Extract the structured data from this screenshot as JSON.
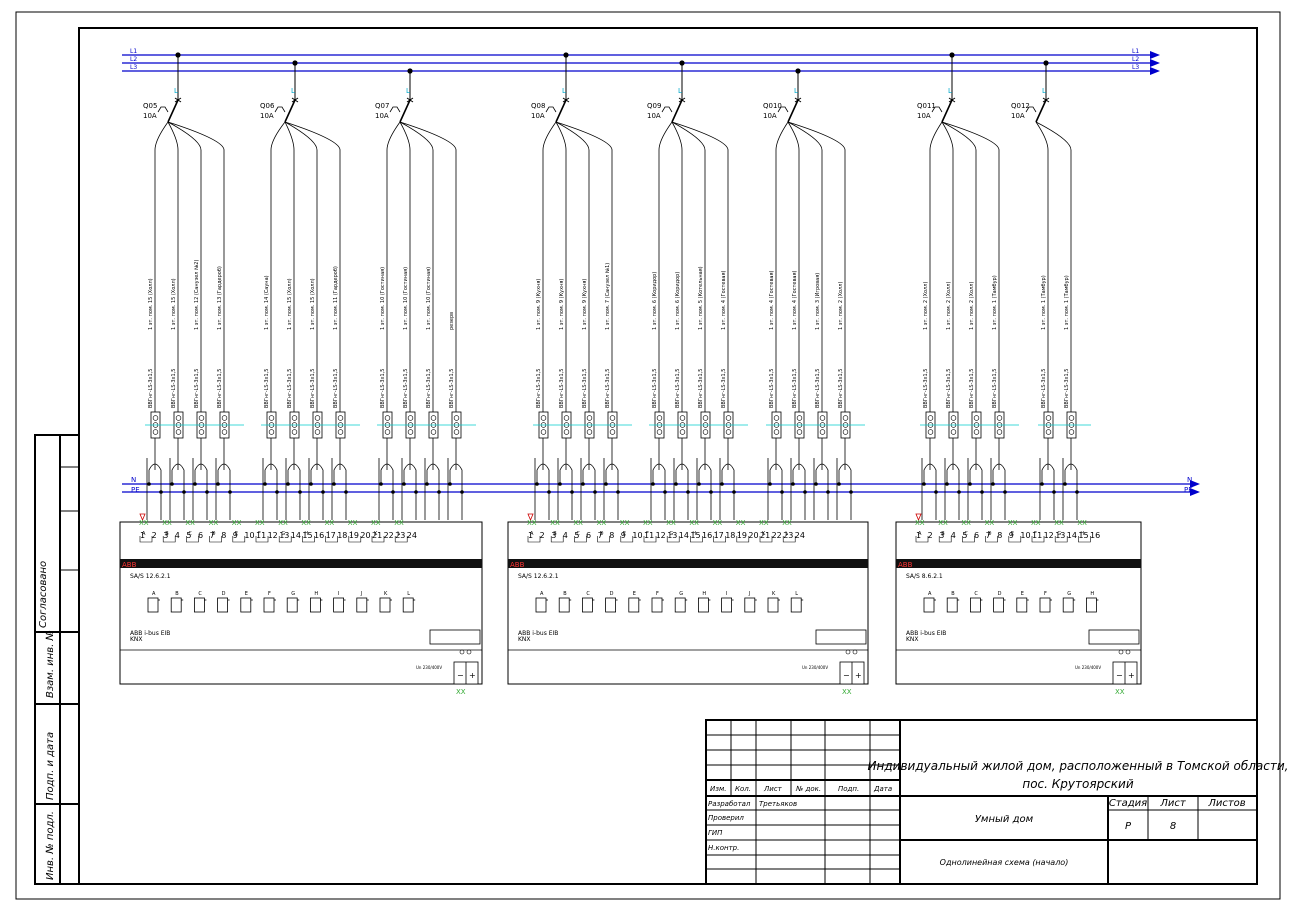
{
  "bus": {
    "phase_labels": [
      "L1",
      "L2",
      "L3"
    ],
    "neutral_label": "N",
    "pe_label": "PE"
  },
  "breakers": [
    {
      "id": "Q05",
      "rating": "10A"
    },
    {
      "id": "Q06",
      "rating": "10A"
    },
    {
      "id": "Q07",
      "rating": "10A"
    },
    {
      "id": "Q08",
      "rating": "10A"
    },
    {
      "id": "Q09",
      "rating": "10A"
    },
    {
      "id": "Q010",
      "rating": "10A"
    },
    {
      "id": "Q011",
      "rating": "10A"
    },
    {
      "id": "Q012",
      "rating": "10A"
    }
  ],
  "circuits": [
    [
      "1 эт. пом. 15 (Холл)",
      "1 эт. пом. 15 (Холл)",
      "1 эт. пом. 12 (Санузел №2)",
      "1 эт. пом. 13 (Гардероб)"
    ],
    [
      "1 эт. пом. 14 (Сауна)",
      "1 эт. пом. 15 (Холл)",
      "1 эт. пом. 15 (Холл)",
      "1 эт. пом. 11 (Гардероб)"
    ],
    [
      "1 эт. пом. 10 (Гостиная)",
      "1 эт. пом. 10 (Гостиная)",
      "1 эт. пом. 10 (Гостиная)",
      "резерв"
    ],
    [
      "1 эт. пом. 9 (Кухня)",
      "1 эт. пом. 9 (Кухня)",
      "1 эт. пом. 9 (Кухня)",
      "1 эт. пом. 7 (Санузел №1)"
    ],
    [
      "1 эт. пом. 6 (Коридор)",
      "1 эт. пом. 6 (Коридор)",
      "1 эт. пом. 5 (Котельная)",
      "1 эт. пом. 4 (Гостевая)"
    ],
    [
      "1 эт. пом. 4 (Гостевая)",
      "1 эт. пом. 4 (Гостевая)",
      "1 эт. пом. 3 (Игровая)",
      "1 эт. пом. 2 (Холл)"
    ],
    [
      "1 эт. пом. 2 (Холл)",
      "1 эт. пом. 2 (Холл)",
      "1 эт. пом. 2 (Холл)",
      "1 эт. пом. 1 (Тамбур)"
    ],
    [
      "1 эт. пом. 1 (Тамбур)",
      "1 эт. пом. 1 (Тамбур)"
    ]
  ],
  "cable_label": "ВВГнг-LS-3х1,5",
  "actuators": [
    {
      "model": "SA/S 12.6.2.1",
      "brand": "ABB",
      "bus_label": "ABB i-bus EIB",
      "knx_label": "KNX",
      "channels": [
        "A",
        "B",
        "C",
        "D",
        "E",
        "F",
        "G",
        "H",
        "I",
        "J",
        "K",
        "L"
      ],
      "terminals": [
        "1",
        "2",
        "3",
        "4",
        "5",
        "6",
        "7",
        "8",
        "9",
        "10",
        "11",
        "12",
        "13",
        "14",
        "15",
        "16",
        "17",
        "18",
        "19",
        "20",
        "21",
        "22",
        "23",
        "24"
      ],
      "supply_label": "Un 230/400V"
    },
    {
      "model": "SA/S 12.6.2.1",
      "brand": "ABB",
      "bus_label": "ABB i-bus EIB",
      "knx_label": "KNX",
      "channels": [
        "A",
        "B",
        "C",
        "D",
        "E",
        "F",
        "G",
        "H",
        "I",
        "J",
        "K",
        "L"
      ],
      "terminals": [
        "1",
        "2",
        "3",
        "4",
        "5",
        "6",
        "7",
        "8",
        "9",
        "10",
        "11",
        "12",
        "13",
        "14",
        "15",
        "16",
        "17",
        "18",
        "19",
        "20",
        "21",
        "22",
        "23",
        "24"
      ],
      "supply_label": "Un 230/400V"
    },
    {
      "model": "SA/S 8.6.2.1",
      "brand": "ABB",
      "bus_label": "ABB i-bus EIB",
      "knx_label": "KNX",
      "channels": [
        "A",
        "B",
        "C",
        "D",
        "E",
        "F",
        "G",
        "H"
      ],
      "terminals": [
        "1",
        "2",
        "3",
        "4",
        "5",
        "6",
        "7",
        "8",
        "9",
        "10",
        "11",
        "12",
        "13",
        "14",
        "15",
        "16"
      ],
      "supply_label": "Un 230/400V"
    }
  ],
  "side_stamp": {
    "agreed": "Согласовано",
    "replaced_inv": "Взам. инв. №",
    "sign_date": "Подп. и дата",
    "inv_no": "Инв. № подл."
  },
  "title_block": {
    "headers": [
      "Изм.",
      "Кол.",
      "Лист",
      "№ док.",
      "Подп.",
      "Дата"
    ],
    "roles": [
      "Разработал",
      "Проверил",
      "ГИП",
      "Н.контр."
    ],
    "developer_name": "Третьяков",
    "project_title": "Индивидуальный жилой дом, расположенный в Томской области, пос. Крутоярский",
    "section_title": "Умный дом",
    "sheet_title": "Однолинейная схема (начало)",
    "stage_header": "Стадия",
    "sheet_header": "Лист",
    "sheets_header": "Листов",
    "stage": "Р",
    "sheet": "8",
    "sheets": ""
  }
}
